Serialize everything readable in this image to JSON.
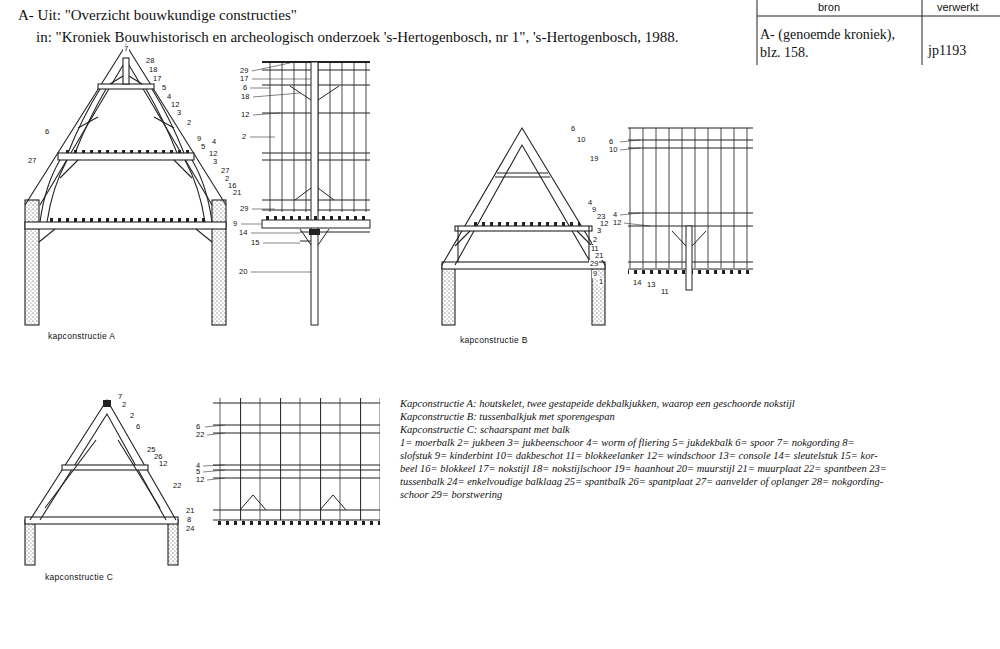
{
  "diagram": {
    "title": "A- Uit: \"Overzicht bouwkundige constructies\"",
    "labels": [
      "in: \"Kroniek Bouwhistorisch en archeologisch onderzoek 's-Hertogenbosch, nr 1\", 's-Hertogenbosch, 1988.",
      "bron",
      "verwerkt",
      "A- (genoemde kroniek),",
      "blz. 158.",
      "jp1193",
      "7",
      "28",
      "18",
      "17",
      "5",
      "4",
      "12",
      "3",
      "6",
      "2",
      "9",
      "5",
      "4",
      "12",
      "3",
      "27",
      "2",
      "16",
      "21",
      "27",
      "29",
      "17",
      "6",
      "18",
      "12",
      "2",
      "29",
      "9",
      "14",
      "15",
      "20",
      "kapconstructie A",
      "6",
      "10",
      "19",
      "4",
      "9",
      "23",
      "12",
      "3",
      "2",
      "11",
      "21",
      "29",
      "9",
      "1",
      "6",
      "10",
      "4",
      "12",
      "14",
      "13",
      "11",
      "kapconstructie B",
      "7",
      "2",
      "2",
      "6",
      "25",
      "26",
      "12",
      "22",
      "21",
      "8",
      "24",
      "6",
      "22",
      "4",
      "5",
      "12",
      "kapconstructie C",
      "Kapconstructie A: houtskelet, twee gestapeide dekbalkjukken, waarop een geschoorde nokstijl",
      "Kapconstructie B: tussenbalkjuk met sporengespan",
      "Kapconstructie C: schaarspant met balk",
      "1= moerbalk 2= jukbeen 3= jukbeenschoor 4= worm of fliering 5= jukdekbalk 6= spoor 7= nokgording 8=",
      "slofstuk 9= kinderbint 10= dakbeschot 11= blokkeelanker 12= windschoor 13= console 14= sleutelstuk 15= kor-",
      "beel 16= blokkeel 17= nokstijl 18= nokstijlschoor 19= haanhout 20= muurstijl 21= muurplaat 22= spantbeen 23=",
      "tussenbalk 24= enkelvoudige balklaag 25= spantbalk 26= spantplaat 27= aanvelder of oplanger 28= nokgording-",
      "schoor 29= borstwering"
    ]
  }
}
